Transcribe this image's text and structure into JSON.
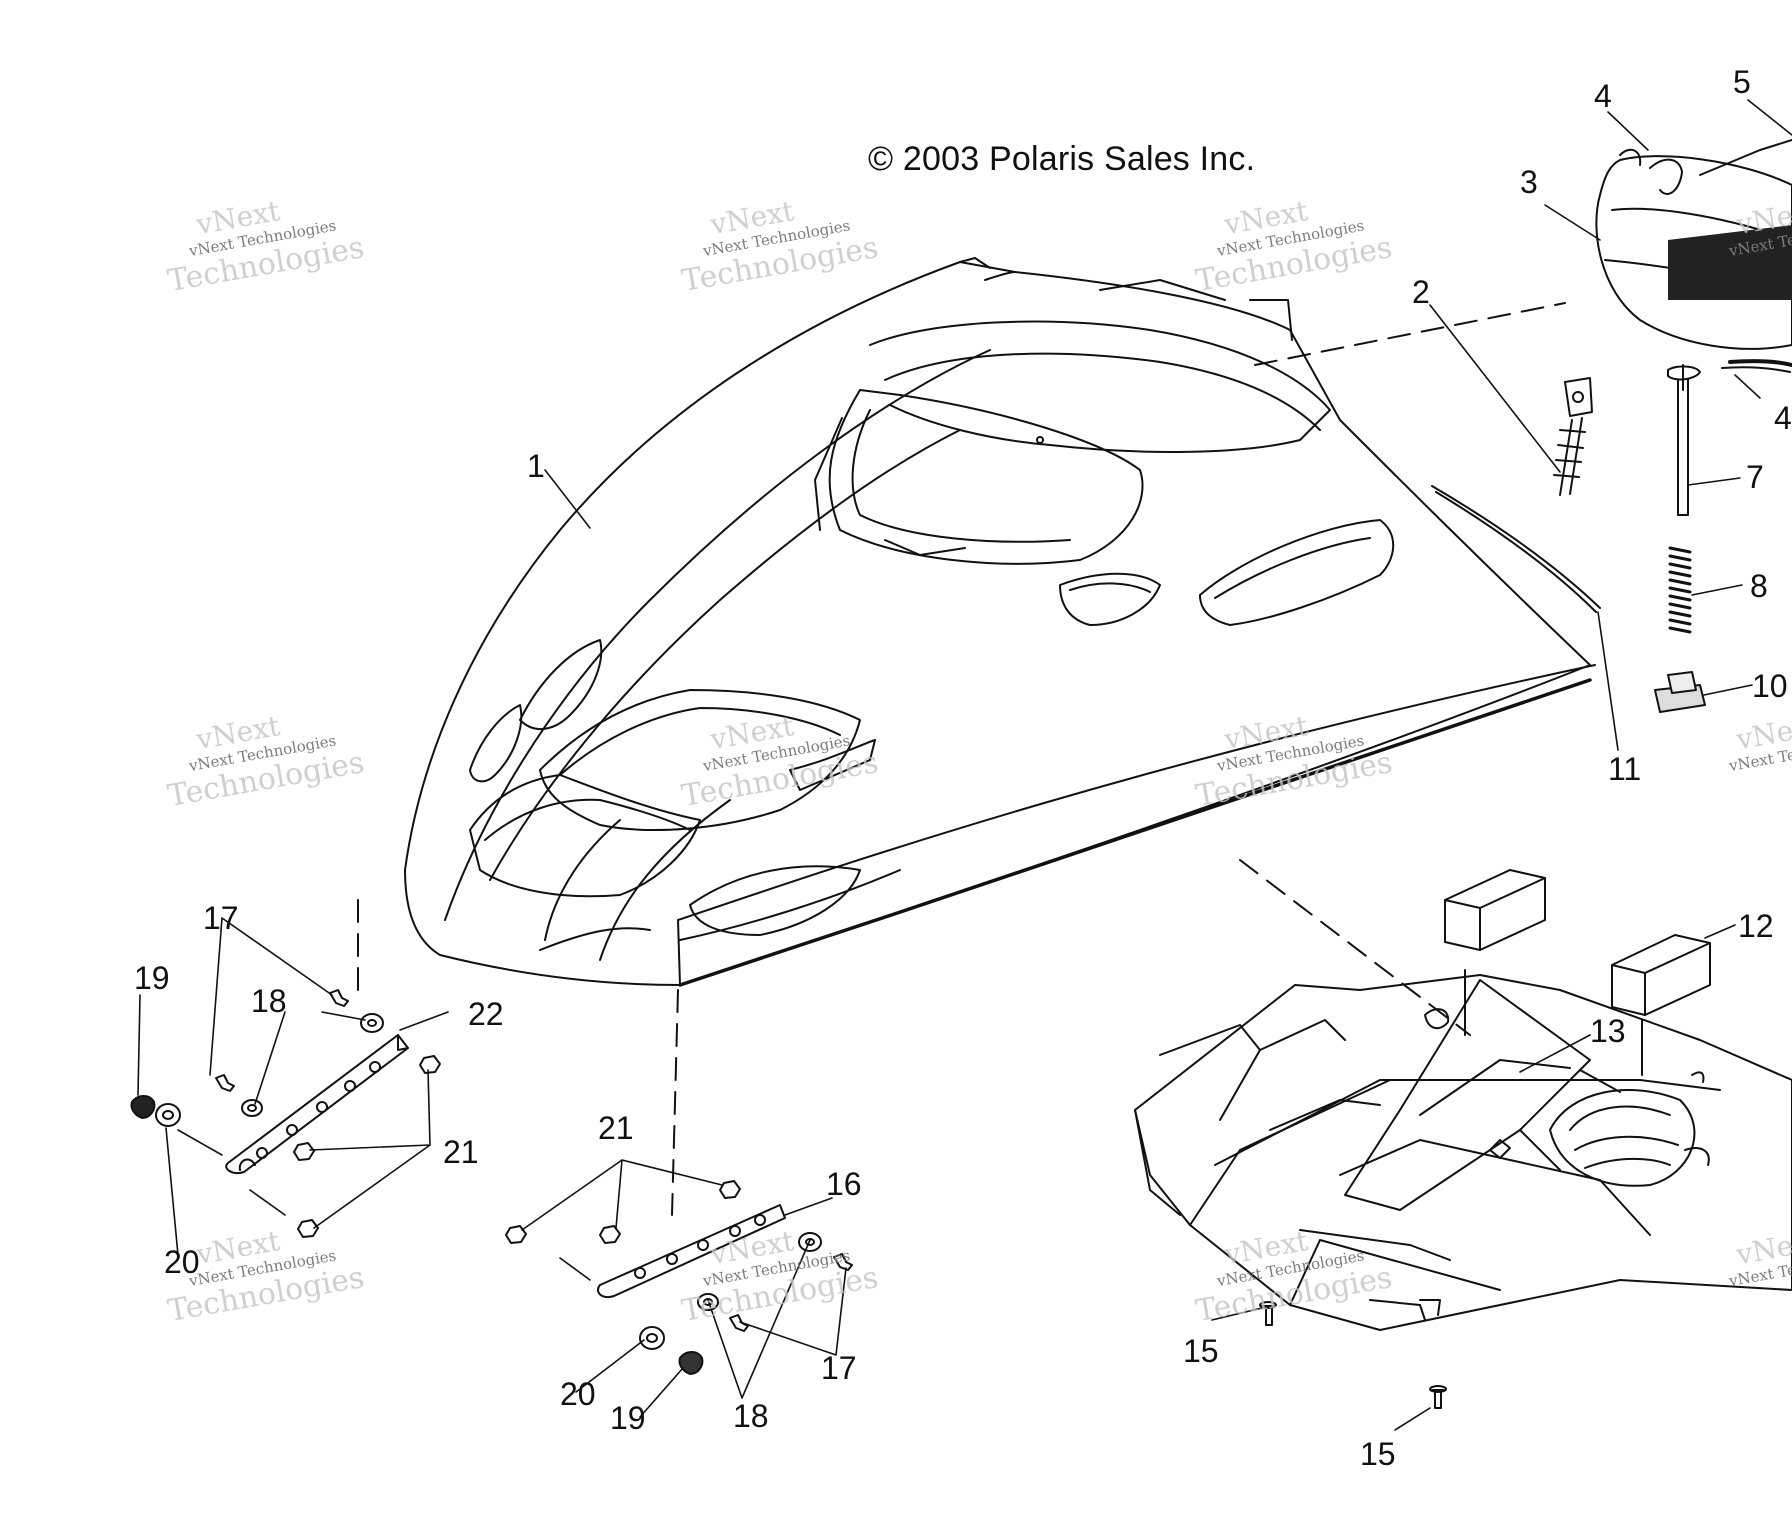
{
  "copyright": "© 2003 Polaris Sales Inc.",
  "watermark": {
    "line_large": "vNext",
    "line_small": "vNext Technologies",
    "line_bottom": "Technologies"
  },
  "callouts": {
    "c1": "1",
    "c2": "2",
    "c3": "3",
    "c4a": "4",
    "c4b": "4",
    "c5": "5",
    "c7": "7",
    "c8": "8",
    "c10": "10",
    "c11": "11",
    "c12": "12",
    "c13": "13",
    "c15a": "15",
    "c15b": "15",
    "c16": "16",
    "c17a": "17",
    "c17b": "17",
    "c18a": "18",
    "c18b": "18",
    "c19a": "19",
    "c19b": "19",
    "c20a": "20",
    "c20b": "20",
    "c21a": "21",
    "c21b": "21",
    "c22": "22"
  },
  "colors": {
    "ink": "#111111",
    "watermark": "#c4c4c4"
  }
}
